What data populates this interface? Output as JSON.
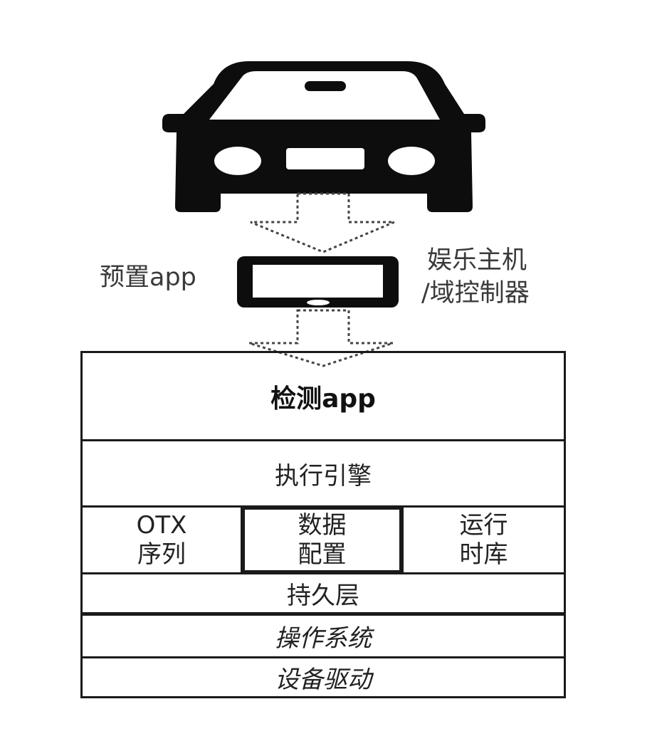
{
  "car": {
    "icon": "car-icon"
  },
  "device": {
    "icon": "smartphone-icon",
    "left_label": "预置app",
    "right_label_line1": "娱乐主机",
    "right_label_line2": "/域控制器"
  },
  "stack": {
    "app_layer": "检测app",
    "engine_layer": "执行引擎",
    "modules": [
      {
        "line1": "OTX",
        "line2": "序列"
      },
      {
        "line1": "数据",
        "line2": "配置"
      },
      {
        "line1": "运行",
        "line2": "时库"
      }
    ],
    "persistence_layer": "持久层",
    "os_layer": "操作系统",
    "driver_layer": "设备驱动"
  }
}
